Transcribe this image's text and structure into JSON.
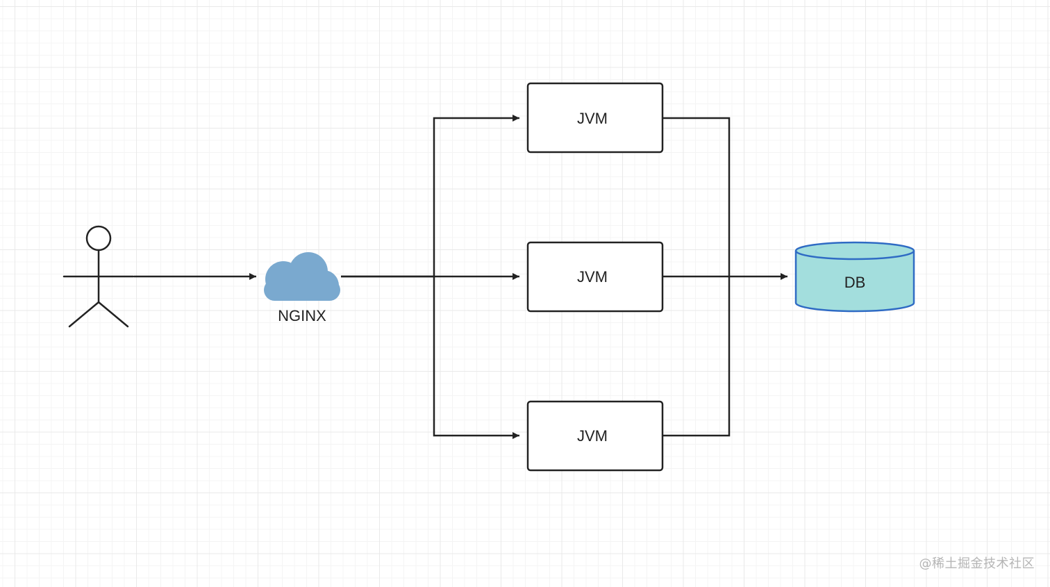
{
  "diagram": {
    "nodes": {
      "user": {
        "icon": "stick-figure-icon"
      },
      "nginx": {
        "label": "NGINX",
        "icon": "cloud-icon",
        "color": "#7aa9cf"
      },
      "jvm_top": {
        "label": "JVM"
      },
      "jvm_middle": {
        "label": "JVM"
      },
      "jvm_bottom": {
        "label": "JVM"
      },
      "db": {
        "label": "DB",
        "icon": "database-cylinder-icon",
        "fill": "#a3dedd",
        "stroke": "#2f6bc4"
      }
    },
    "edges": [
      {
        "from": "user",
        "to": "nginx"
      },
      {
        "from": "nginx",
        "to": "jvm_top"
      },
      {
        "from": "nginx",
        "to": "jvm_middle"
      },
      {
        "from": "nginx",
        "to": "jvm_bottom"
      },
      {
        "from": "jvm_top",
        "to": "db"
      },
      {
        "from": "jvm_middle",
        "to": "db"
      },
      {
        "from": "jvm_bottom",
        "to": "db"
      }
    ]
  },
  "watermark": "@稀土掘金技术社区"
}
